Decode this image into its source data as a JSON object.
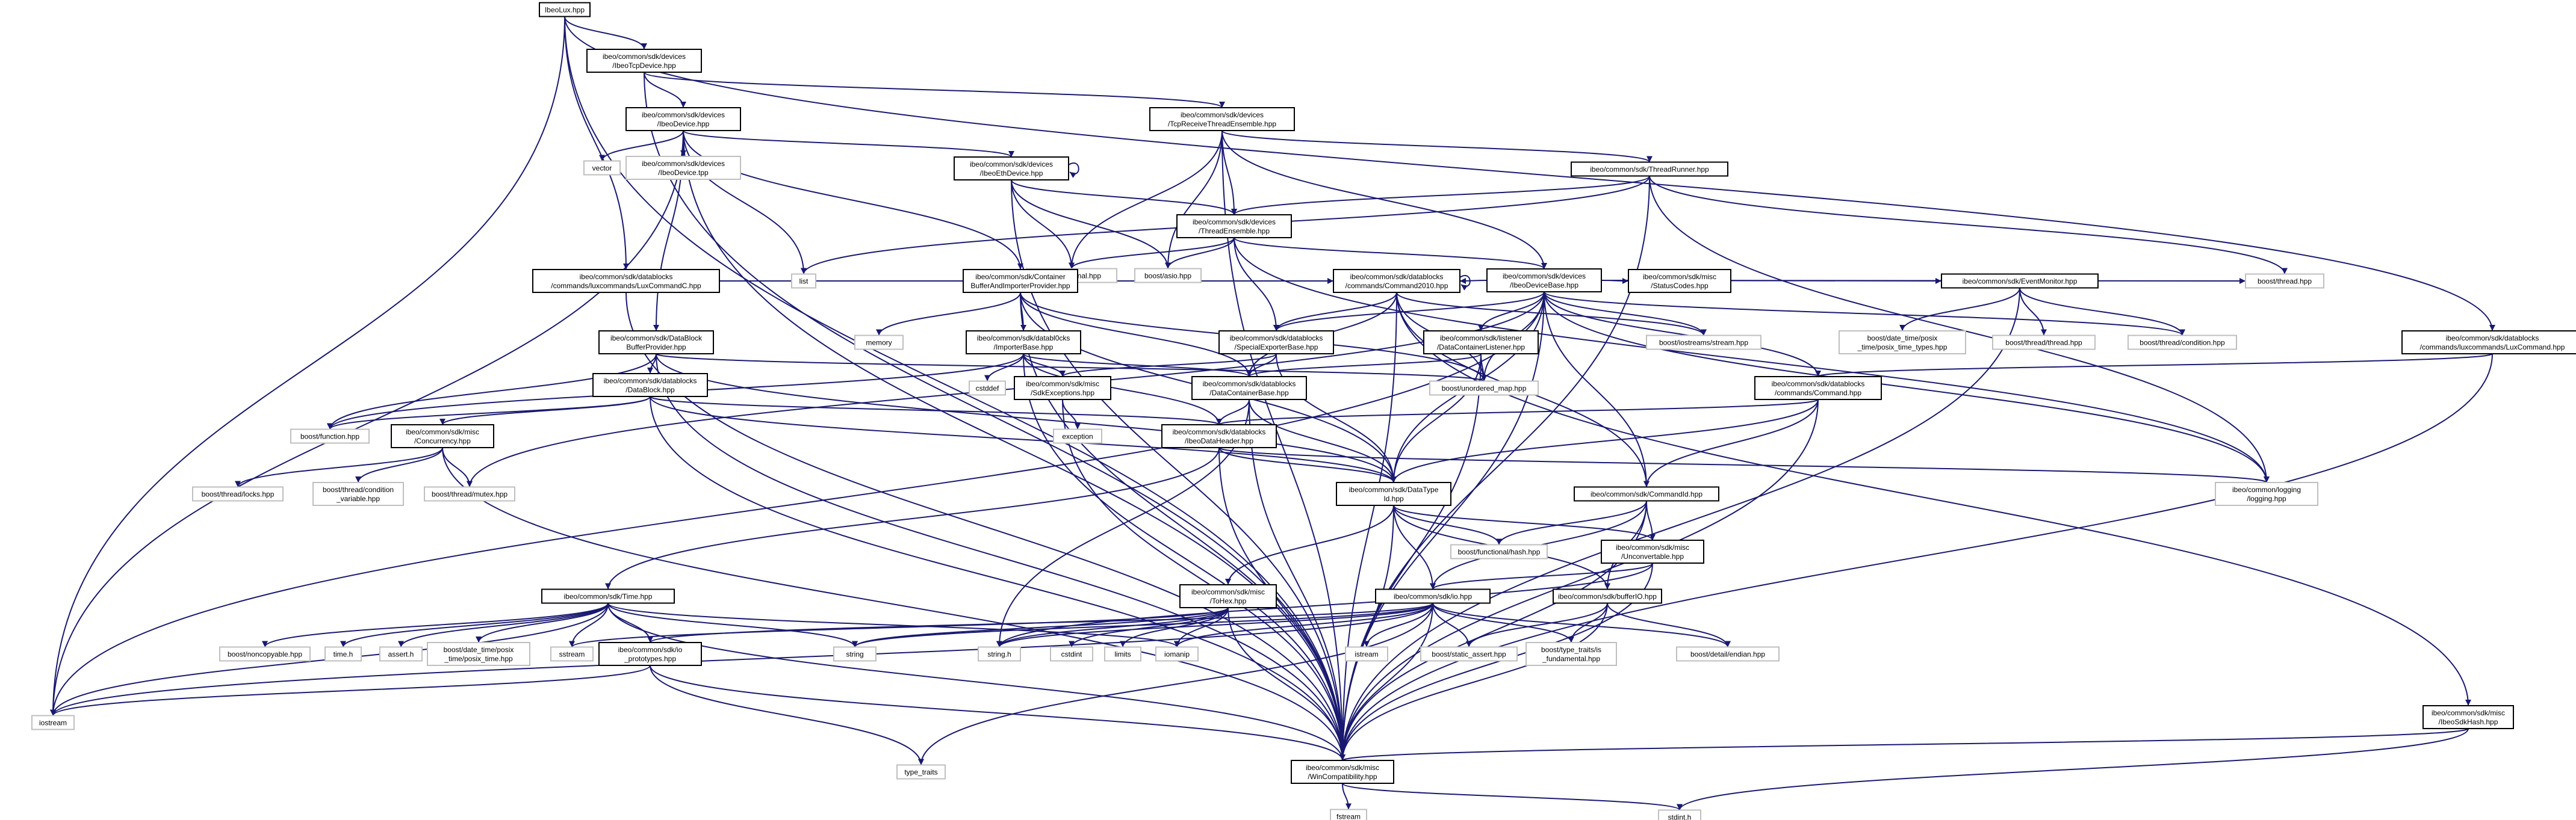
{
  "colors": {
    "edge": "#191970",
    "node_border_root": "#000000",
    "node_fill_root": "#bfbfbf",
    "node_border_normal": "#000000",
    "node_border_external": "#bfbfbf",
    "text": "#000000"
  },
  "nodes": [
    {
      "id": "root",
      "lines": [
        "IbeoLux.hpp"
      ],
      "kind": "root"
    },
    {
      "id": "tcpdev",
      "lines": [
        "ibeo/common/sdk/devices",
        "/IbeoTcpDevice.hpp"
      ],
      "kind": "normal"
    },
    {
      "id": "ibeodev",
      "lines": [
        "ibeo/common/sdk/devices",
        "/IbeoDevice.hpp"
      ],
      "kind": "normal"
    },
    {
      "id": "tcprecv",
      "lines": [
        "ibeo/common/sdk/devices",
        "/TcpReceiveThreadEnsemble.hpp"
      ],
      "kind": "normal"
    },
    {
      "id": "luxcmdc",
      "lines": [
        "ibeo/common/sdk/datablocks",
        "/commands/luxcommands/LuxCommandC.hpp"
      ],
      "kind": "normal"
    },
    {
      "id": "vector",
      "lines": [
        "vector"
      ],
      "kind": "external"
    },
    {
      "id": "ibeodevtpp",
      "lines": [
        "ibeo/common/sdk/devices",
        "/IbeoDevice.tpp"
      ],
      "kind": "external"
    },
    {
      "id": "ethdev",
      "lines": [
        "ibeo/common/sdk/devices",
        "/IbeoEthDevice.hpp"
      ],
      "kind": "normal"
    },
    {
      "id": "threadrunner",
      "lines": [
        "ibeo/common/sdk/ThreadRunner.hpp"
      ],
      "kind": "normal"
    },
    {
      "id": "threadens",
      "lines": [
        "ibeo/common/sdk/devices",
        "/ThreadEnsemble.hpp"
      ],
      "kind": "normal"
    },
    {
      "id": "boostopt",
      "lines": [
        "boost/optional.hpp"
      ],
      "kind": "external"
    },
    {
      "id": "boostasio",
      "lines": [
        "boost/asio.hpp"
      ],
      "kind": "external"
    },
    {
      "id": "devbase",
      "lines": [
        "ibeo/common/sdk/devices",
        "/IbeoDeviceBase.hpp"
      ],
      "kind": "normal"
    },
    {
      "id": "list",
      "lines": [
        "list"
      ],
      "kind": "external"
    },
    {
      "id": "boostthread",
      "lines": [
        "boost/thread.hpp"
      ],
      "kind": "external"
    },
    {
      "id": "containerbuf",
      "lines": [
        "ibeo/common/sdk/Container",
        "BufferAndImporterProvider.hpp"
      ],
      "kind": "normal"
    },
    {
      "id": "cmd2010",
      "lines": [
        "ibeo/common/sdk/datablocks",
        "/commands/Command2010.hpp"
      ],
      "kind": "normal"
    },
    {
      "id": "statuscodes",
      "lines": [
        "ibeo/common/sdk/misc",
        "/StatusCodes.hpp"
      ],
      "kind": "normal"
    },
    {
      "id": "eventmon",
      "lines": [
        "ibeo/common/sdk/EventMonitor.hpp"
      ],
      "kind": "normal"
    },
    {
      "id": "luxcmd",
      "lines": [
        "ibeo/common/sdk/datablocks",
        "/commands/luxcommands/LuxCommand.hpp"
      ],
      "kind": "normal"
    },
    {
      "id": "memory",
      "lines": [
        "memory"
      ],
      "kind": "external"
    },
    {
      "id": "importerbase",
      "lines": [
        "ibeo/common/sdk/databl0cks",
        "/ImporterBase.hpp"
      ],
      "kind": "normal"
    },
    {
      "id": "specialexp",
      "lines": [
        "ibeo/common/sdk/datablocks",
        "/SpecialExporterBase.hpp"
      ],
      "kind": "normal"
    },
    {
      "id": "iostreamshpp",
      "lines": [
        "boost/iostreams/stream.hpp"
      ],
      "kind": "external"
    },
    {
      "id": "listener",
      "lines": [
        "ibeo/common/sdk/listener",
        "/DataContainerListener.hpp"
      ],
      "kind": "normal"
    },
    {
      "id": "posixtypes",
      "lines": [
        "boost/date_time/posix",
        "_time/posix_time_types.hpp"
      ],
      "kind": "external"
    },
    {
      "id": "boostthreadthread",
      "lines": [
        "boost/thread/thread.hpp"
      ],
      "kind": "external"
    },
    {
      "id": "boostcondition",
      "lines": [
        "boost/thread/condition.hpp"
      ],
      "kind": "external"
    },
    {
      "id": "datablockbufprov",
      "lines": [
        "ibeo/common/sdk/DataBlock",
        "BufferProvider.hpp"
      ],
      "kind": "normal"
    },
    {
      "id": "cstddef",
      "lines": [
        "cstddef"
      ],
      "kind": "external"
    },
    {
      "id": "sdkexceptions",
      "lines": [
        "ibeo/common/sdk/misc",
        "/SdkExceptions.hpp"
      ],
      "kind": "normal"
    },
    {
      "id": "datacontainerbase",
      "lines": [
        "ibeo/common/sdk/datablocks",
        "/DataContainerBase.hpp"
      ],
      "kind": "normal"
    },
    {
      "id": "unorderedmap",
      "lines": [
        "boost/unordered_map.hpp"
      ],
      "kind": "external"
    },
    {
      "id": "command",
      "lines": [
        "ibeo/common/sdk/datablocks",
        "/commands/Command.hpp"
      ],
      "kind": "normal"
    },
    {
      "id": "datablock",
      "lines": [
        "ibeo/common/sdk/datablocks",
        "/DataBlock.hpp"
      ],
      "kind": "normal"
    },
    {
      "id": "exception",
      "lines": [
        "exception"
      ],
      "kind": "external"
    },
    {
      "id": "ibeodataheader",
      "lines": [
        "ibeo/common/sdk/datablocks",
        "/IbeoDataHeader.hpp"
      ],
      "kind": "normal"
    },
    {
      "id": "boostfunction",
      "lines": [
        "boost/function.hpp"
      ],
      "kind": "external"
    },
    {
      "id": "concurrency",
      "lines": [
        "ibeo/common/sdk/misc",
        "/Concurrency.hpp"
      ],
      "kind": "normal"
    },
    {
      "id": "datatypeid",
      "lines": [
        "ibeo/common/sdk/DataType",
        "Id.hpp"
      ],
      "kind": "normal"
    },
    {
      "id": "logging",
      "lines": [
        "ibeo/common/logging",
        "/logging.hpp"
      ],
      "kind": "external"
    },
    {
      "id": "locks",
      "lines": [
        "boost/thread/locks.hpp"
      ],
      "kind": "external"
    },
    {
      "id": "condvar",
      "lines": [
        "boost/thread/condition",
        "_variable.hpp"
      ],
      "kind": "external"
    },
    {
      "id": "mutex",
      "lines": [
        "boost/thread/mutex.hpp"
      ],
      "kind": "external"
    },
    {
      "id": "commandid",
      "lines": [
        "ibeo/common/sdk/CommandId.hpp"
      ],
      "kind": "normal"
    },
    {
      "id": "funchash",
      "lines": [
        "boost/functional/hash.hpp"
      ],
      "kind": "external"
    },
    {
      "id": "unconvertable",
      "lines": [
        "ibeo/common/sdk/misc",
        "/Unconvertable.hpp"
      ],
      "kind": "normal"
    },
    {
      "id": "timehpp",
      "lines": [
        "ibeo/common/sdk/Time.hpp"
      ],
      "kind": "normal"
    },
    {
      "id": "toHex",
      "lines": [
        "ibeo/common/sdk/misc",
        "/ToHex.hpp"
      ],
      "kind": "normal"
    },
    {
      "id": "iohpp",
      "lines": [
        "ibeo/common/sdk/io.hpp"
      ],
      "kind": "normal"
    },
    {
      "id": "bufferio",
      "lines": [
        "ibeo/common/sdk/bufferIO.hpp"
      ],
      "kind": "normal"
    },
    {
      "id": "noncopyable",
      "lines": [
        "boost/noncopyable.hpp"
      ],
      "kind": "external"
    },
    {
      "id": "timeh",
      "lines": [
        "time.h"
      ],
      "kind": "external"
    },
    {
      "id": "asserth",
      "lines": [
        "assert.h"
      ],
      "kind": "external"
    },
    {
      "id": "posixtime",
      "lines": [
        "boost/date_time/posix",
        "_time/posix_time.hpp"
      ],
      "kind": "external"
    },
    {
      "id": "sstream",
      "lines": [
        "sstream"
      ],
      "kind": "external"
    },
    {
      "id": "ioprototypes",
      "lines": [
        "ibeo/common/sdk/io",
        "_prototypes.hpp"
      ],
      "kind": "normal"
    },
    {
      "id": "string",
      "lines": [
        "string"
      ],
      "kind": "external"
    },
    {
      "id": "stringh",
      "lines": [
        "string.h"
      ],
      "kind": "external"
    },
    {
      "id": "cstdint",
      "lines": [
        "cstdint"
      ],
      "kind": "external"
    },
    {
      "id": "limits",
      "lines": [
        "limits"
      ],
      "kind": "external"
    },
    {
      "id": "iomanip",
      "lines": [
        "iomanip"
      ],
      "kind": "external"
    },
    {
      "id": "istream",
      "lines": [
        "istream"
      ],
      "kind": "external"
    },
    {
      "id": "staticassert",
      "lines": [
        "boost/static_assert.hpp"
      ],
      "kind": "external"
    },
    {
      "id": "typetraitsfund",
      "lines": [
        "boost/type_traits/is",
        "_fundamental.hpp"
      ],
      "kind": "external"
    },
    {
      "id": "endian",
      "lines": [
        "boost/detail/endian.hpp"
      ],
      "kind": "external"
    },
    {
      "id": "ibeosdkhash",
      "lines": [
        "ibeo/common/sdk/misc",
        "/IbeoSdkHash.hpp"
      ],
      "kind": "normal"
    },
    {
      "id": "iostream",
      "lines": [
        "iostream"
      ],
      "kind": "external"
    },
    {
      "id": "typetraits",
      "lines": [
        "type_traits"
      ],
      "kind": "external"
    },
    {
      "id": "wincompat",
      "lines": [
        "ibeo/common/sdk/misc",
        "/WinCompatibility.hpp"
      ],
      "kind": "normal"
    },
    {
      "id": "stdinth",
      "lines": [
        "stdint.h"
      ],
      "kind": "external"
    },
    {
      "id": "fstream",
      "lines": [
        "fstream"
      ],
      "kind": "external"
    }
  ],
  "edges": [
    [
      "root",
      "tcpdev"
    ],
    [
      "root",
      "luxcmdc"
    ],
    [
      "root",
      "luxcmd"
    ],
    [
      "root",
      "iostream"
    ],
    [
      "root",
      "wincompat"
    ],
    [
      "tcpdev",
      "ibeodev"
    ],
    [
      "tcpdev",
      "tcprecv"
    ],
    [
      "tcpdev",
      "wincompat"
    ],
    [
      "ibeodev",
      "vector"
    ],
    [
      "ibeodev",
      "ibeodevtpp"
    ],
    [
      "ibeodev",
      "ethdev"
    ],
    [
      "ibeodev",
      "list"
    ],
    [
      "ibeodev",
      "containerbuf"
    ],
    [
      "ibeodev",
      "datablockbufprov"
    ],
    [
      "ibeodev",
      "iostream"
    ],
    [
      "ibeodev",
      "wincompat"
    ],
    [
      "tcprecv",
      "threadrunner"
    ],
    [
      "tcprecv",
      "threadens"
    ],
    [
      "tcprecv",
      "boostopt"
    ],
    [
      "tcprecv",
      "boostasio"
    ],
    [
      "tcprecv",
      "devbase"
    ],
    [
      "tcprecv",
      "wincompat"
    ],
    [
      "ethdev",
      "ethdev"
    ],
    [
      "ethdev",
      "threadens"
    ],
    [
      "ethdev",
      "boostopt"
    ],
    [
      "ethdev",
      "boostasio"
    ],
    [
      "ethdev",
      "wincompat"
    ],
    [
      "threadrunner",
      "threadens"
    ],
    [
      "threadrunner",
      "boostthread"
    ],
    [
      "threadrunner",
      "list"
    ],
    [
      "threadrunner",
      "logging"
    ],
    [
      "threadrunner",
      "wincompat"
    ],
    [
      "threadens",
      "boostopt"
    ],
    [
      "threadens",
      "boostasio"
    ],
    [
      "threadens",
      "devbase"
    ],
    [
      "threadens",
      "specialexp"
    ],
    [
      "threadens",
      "logging"
    ],
    [
      "luxcmdc",
      "cmd2010"
    ],
    [
      "luxcmdc",
      "wincompat"
    ],
    [
      "devbase",
      "statuscodes"
    ],
    [
      "devbase",
      "eventmon"
    ],
    [
      "devbase",
      "boostthread"
    ],
    [
      "devbase",
      "cmd2010"
    ],
    [
      "devbase",
      "specialexp"
    ],
    [
      "devbase",
      "listener"
    ],
    [
      "devbase",
      "command"
    ],
    [
      "devbase",
      "commandid"
    ],
    [
      "devbase",
      "datatypeid"
    ],
    [
      "devbase",
      "unorderedmap"
    ],
    [
      "devbase",
      "iostreamshpp"
    ],
    [
      "devbase",
      "boostcondition"
    ],
    [
      "devbase",
      "logging"
    ],
    [
      "devbase",
      "mutex"
    ],
    [
      "devbase",
      "iostream"
    ],
    [
      "devbase",
      "wincompat"
    ],
    [
      "cmd2010",
      "cmd2010"
    ],
    [
      "cmd2010",
      "specialexp"
    ],
    [
      "cmd2010",
      "datacontainerbase"
    ],
    [
      "cmd2010",
      "unorderedmap"
    ],
    [
      "cmd2010",
      "commandid"
    ],
    [
      "cmd2010",
      "iostreamshpp"
    ],
    [
      "cmd2010",
      "ibeosdkhash"
    ],
    [
      "cmd2010",
      "wincompat"
    ],
    [
      "eventmon",
      "posixtypes"
    ],
    [
      "eventmon",
      "boostthreadthread"
    ],
    [
      "eventmon",
      "boostcondition"
    ],
    [
      "eventmon",
      "wincompat"
    ],
    [
      "luxcmd",
      "command"
    ],
    [
      "luxcmd",
      "wincompat"
    ],
    [
      "containerbuf",
      "memory"
    ],
    [
      "containerbuf",
      "importerbase"
    ],
    [
      "containerbuf",
      "unorderedmap"
    ],
    [
      "containerbuf",
      "datatypeid"
    ],
    [
      "containerbuf",
      "datacontainerbase"
    ],
    [
      "containerbuf",
      "wincompat"
    ],
    [
      "importerbase",
      "cstddef"
    ],
    [
      "importerbase",
      "sdkexceptions"
    ],
    [
      "importerbase",
      "datacontainerbase"
    ],
    [
      "importerbase",
      "ibeodataheader"
    ],
    [
      "importerbase",
      "boostfunction"
    ],
    [
      "importerbase",
      "wincompat"
    ],
    [
      "specialexp",
      "datacontainerbase"
    ],
    [
      "specialexp",
      "sdkexceptions"
    ],
    [
      "specialexp",
      "datatypeid"
    ],
    [
      "listener",
      "datacontainerbase"
    ],
    [
      "listener",
      "unorderedmap"
    ],
    [
      "listener",
      "datatypeid"
    ],
    [
      "listener",
      "wincompat"
    ],
    [
      "datablockbufprov",
      "datablock"
    ],
    [
      "datablockbufprov",
      "boostfunction"
    ],
    [
      "datablockbufprov",
      "datatypeid"
    ],
    [
      "datablockbufprov",
      "unorderedmap"
    ],
    [
      "datablockbufprov",
      "wincompat"
    ],
    [
      "sdkexceptions",
      "exception"
    ],
    [
      "sdkexceptions",
      "wincompat"
    ],
    [
      "datacontainerbase",
      "ibeodataheader"
    ],
    [
      "datacontainerbase",
      "datatypeid"
    ],
    [
      "datacontainerbase",
      "stringh"
    ],
    [
      "datacontainerbase",
      "wincompat"
    ],
    [
      "command",
      "datatypeid"
    ],
    [
      "command",
      "commandid"
    ],
    [
      "command",
      "ibeodataheader"
    ],
    [
      "command",
      "wincompat"
    ],
    [
      "datablock",
      "boostfunction"
    ],
    [
      "datablock",
      "concurrency"
    ],
    [
      "datablock",
      "ibeodataheader"
    ],
    [
      "datablock",
      "datatypeid"
    ],
    [
      "datablock",
      "wincompat"
    ],
    [
      "ibeodataheader",
      "datatypeid"
    ],
    [
      "ibeodataheader",
      "timehpp"
    ],
    [
      "ibeodataheader",
      "logging"
    ],
    [
      "ibeodataheader",
      "wincompat"
    ],
    [
      "concurrency",
      "locks"
    ],
    [
      "concurrency",
      "condvar"
    ],
    [
      "concurrency",
      "mutex"
    ],
    [
      "concurrency",
      "wincompat"
    ],
    [
      "datatypeid",
      "funchash"
    ],
    [
      "datatypeid",
      "unconvertable"
    ],
    [
      "datatypeid",
      "toHex"
    ],
    [
      "datatypeid",
      "iohpp"
    ],
    [
      "datatypeid",
      "bufferio"
    ],
    [
      "datatypeid",
      "wincompat"
    ],
    [
      "commandid",
      "unconvertable"
    ],
    [
      "commandid",
      "iohpp"
    ],
    [
      "commandid",
      "bufferio"
    ],
    [
      "commandid",
      "funchash"
    ],
    [
      "commandid",
      "wincompat"
    ],
    [
      "unconvertable",
      "iohpp"
    ],
    [
      "unconvertable",
      "wincompat"
    ],
    [
      "unconvertable",
      "stringh"
    ],
    [
      "timehpp",
      "noncopyable"
    ],
    [
      "timehpp",
      "timeh"
    ],
    [
      "timehpp",
      "asserth"
    ],
    [
      "timehpp",
      "posixtime"
    ],
    [
      "timehpp",
      "sstream"
    ],
    [
      "timehpp",
      "ioprototypes"
    ],
    [
      "timehpp",
      "string"
    ],
    [
      "timehpp",
      "iostream"
    ],
    [
      "timehpp",
      "iomanip"
    ],
    [
      "timehpp",
      "wincompat"
    ],
    [
      "toHex",
      "string"
    ],
    [
      "toHex",
      "stringh"
    ],
    [
      "toHex",
      "cstdint"
    ],
    [
      "toHex",
      "limits"
    ],
    [
      "toHex",
      "iomanip"
    ],
    [
      "toHex",
      "sstream"
    ],
    [
      "toHex",
      "wincompat"
    ],
    [
      "iohpp",
      "ioprototypes"
    ],
    [
      "iohpp",
      "istream"
    ],
    [
      "iohpp",
      "staticassert"
    ],
    [
      "iohpp",
      "typetraitsfund"
    ],
    [
      "iohpp",
      "endian"
    ],
    [
      "iohpp",
      "typetraits"
    ],
    [
      "iohpp",
      "string"
    ],
    [
      "iohpp",
      "stringh"
    ],
    [
      "iohpp",
      "iomanip"
    ],
    [
      "iohpp",
      "wincompat"
    ],
    [
      "iohpp",
      "iostream"
    ],
    [
      "bufferio",
      "staticassert"
    ],
    [
      "bufferio",
      "typetraitsfund"
    ],
    [
      "bufferio",
      "endian"
    ],
    [
      "bufferio",
      "wincompat"
    ],
    [
      "ioprototypes",
      "typetraits"
    ],
    [
      "ioprototypes",
      "iostream"
    ],
    [
      "ioprototypes",
      "wincompat"
    ],
    [
      "ibeosdkhash",
      "wincompat"
    ],
    [
      "ibeosdkhash",
      "stdinth"
    ],
    [
      "wincompat",
      "stdinth"
    ],
    [
      "wincompat",
      "fstream"
    ]
  ]
}
